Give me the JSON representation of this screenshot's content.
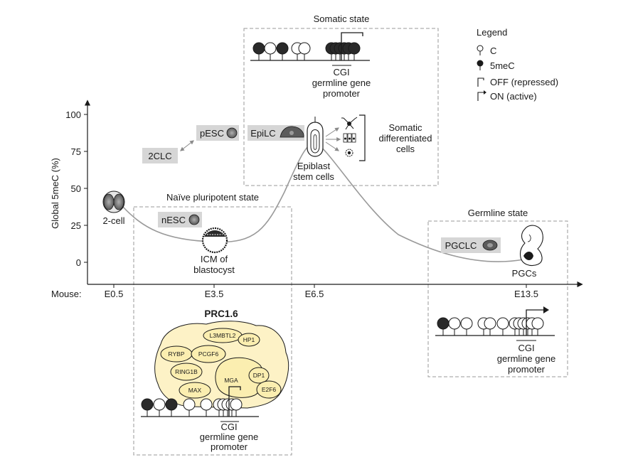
{
  "y_axis": {
    "label": "Global 5meC (%)",
    "ticks": [
      {
        "label": "100",
        "value": 100
      },
      {
        "label": "75",
        "value": 75
      },
      {
        "label": "50",
        "value": 50
      },
      {
        "label": "25",
        "value": 25
      },
      {
        "label": "0",
        "value": 0
      }
    ]
  },
  "x_axis": {
    "prefix": "Mouse:",
    "ticks": [
      "E0.5",
      "E3.5",
      "E6.5",
      "E13.5"
    ]
  },
  "boxes": {
    "somatic": "Somatic state",
    "naive": "Naïve pluripotent state",
    "germline": "Germline state"
  },
  "cells": {
    "two_cell": "2-cell",
    "two_clc": "2CLC",
    "pesc": "pESC",
    "epilc": "EpiLC",
    "nesc": "nESC",
    "icm_line1": "ICM of",
    "icm_line2": "blastocyst",
    "epiblast_line1": "Epiblast",
    "epiblast_line2": "stem cells",
    "somatic_line1": "Somatic",
    "somatic_line2": "differentiated",
    "somatic_line3": "cells",
    "pgclc": "PGCLC",
    "pgcs": "PGCs"
  },
  "promoter": {
    "line1": "CGI",
    "line2": "germline gene",
    "line3": "promoter"
  },
  "legend": {
    "title": "Legend",
    "c": "C",
    "fivemec": "5meC",
    "off": "OFF (repressed)",
    "on": "ON (active)"
  },
  "prc": {
    "title": "PRC1.6",
    "proteins": [
      "L3MBTL2",
      "HP1",
      "RYBP",
      "PCGF6",
      "RING1B",
      "MGA",
      "DP1",
      "MAX",
      "E2F6"
    ]
  }
}
